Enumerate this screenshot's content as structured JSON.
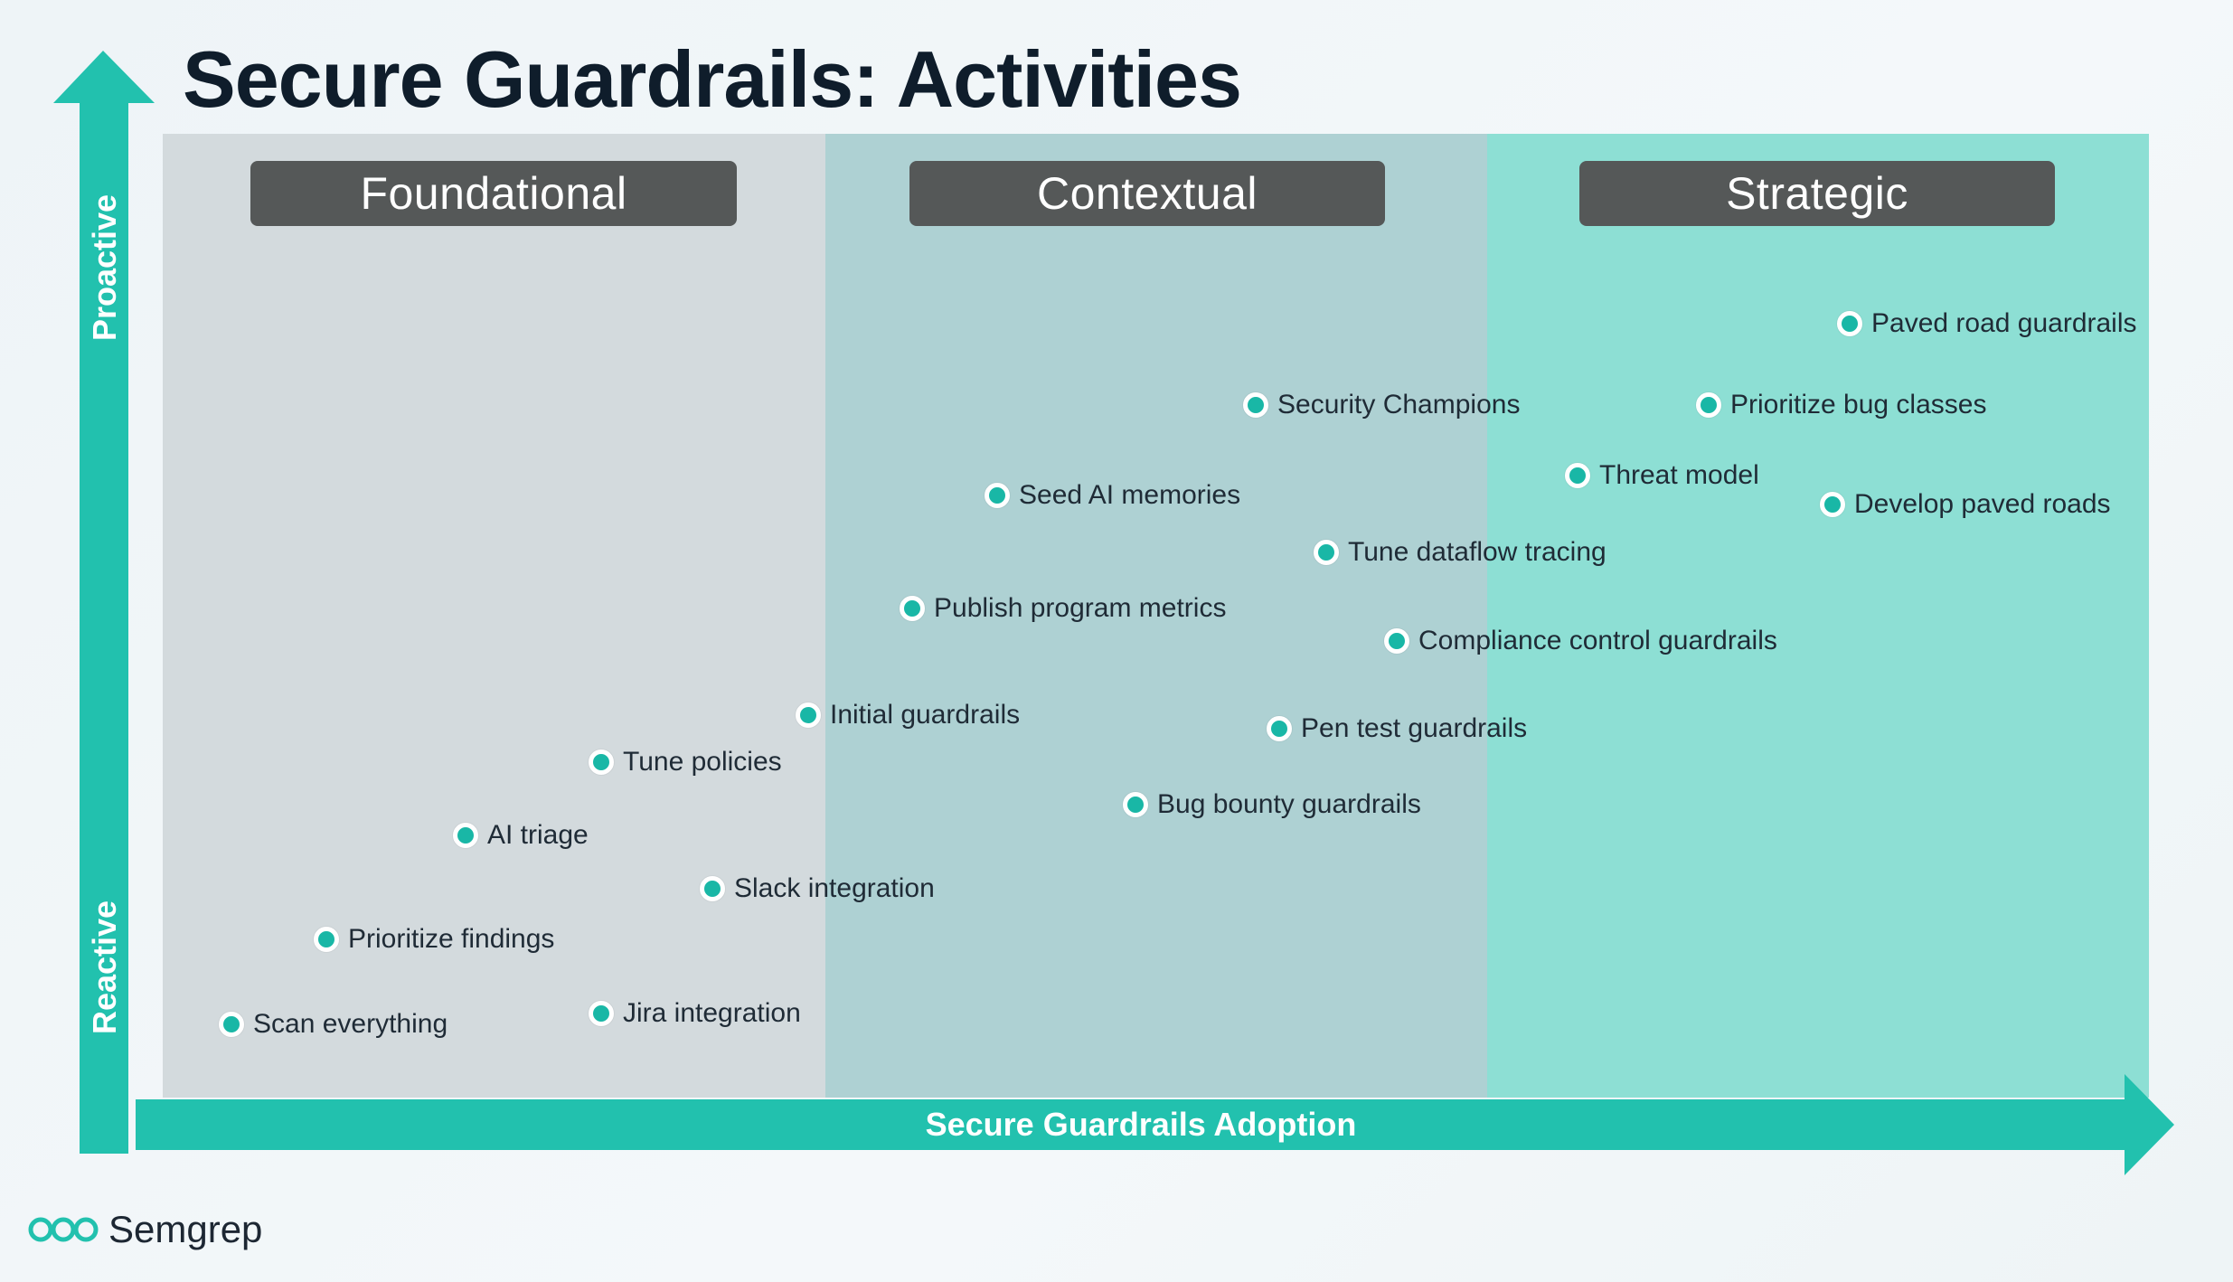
{
  "title": "Secure Guardrails: Activities",
  "bands": [
    {
      "label": "Foundational"
    },
    {
      "label": "Contextual"
    },
    {
      "label": "Strategic"
    }
  ],
  "axes": {
    "y_top_label": "Proactive",
    "y_bottom_label": "Reactive",
    "x_label": "Secure Guardrails Adoption"
  },
  "activities": [
    {
      "label": "Paved road guardrails"
    },
    {
      "label": "Security Champions"
    },
    {
      "label": "Prioritize bug classes"
    },
    {
      "label": "Threat model"
    },
    {
      "label": "Develop paved roads"
    },
    {
      "label": "Seed AI memories"
    },
    {
      "label": "Tune dataflow tracing"
    },
    {
      "label": "Publish program metrics"
    },
    {
      "label": "Compliance control guardrails"
    },
    {
      "label": "Initial guardrails"
    },
    {
      "label": "Pen test guardrails"
    },
    {
      "label": "Tune policies"
    },
    {
      "label": "Bug bounty guardrails"
    },
    {
      "label": "AI triage"
    },
    {
      "label": "Slack integration"
    },
    {
      "label": "Prioritize findings"
    },
    {
      "label": "Jira integration"
    },
    {
      "label": "Scan everything"
    }
  ],
  "brand": {
    "name": "Semgrep"
  },
  "colors": {
    "accent": "#22c1ae",
    "dot": "#19b7a6",
    "header_bg": "#555858",
    "band_foundational": "#d3dadd",
    "band_contextual": "#aed1d3",
    "band_strategic": "#8ddfd4"
  }
}
